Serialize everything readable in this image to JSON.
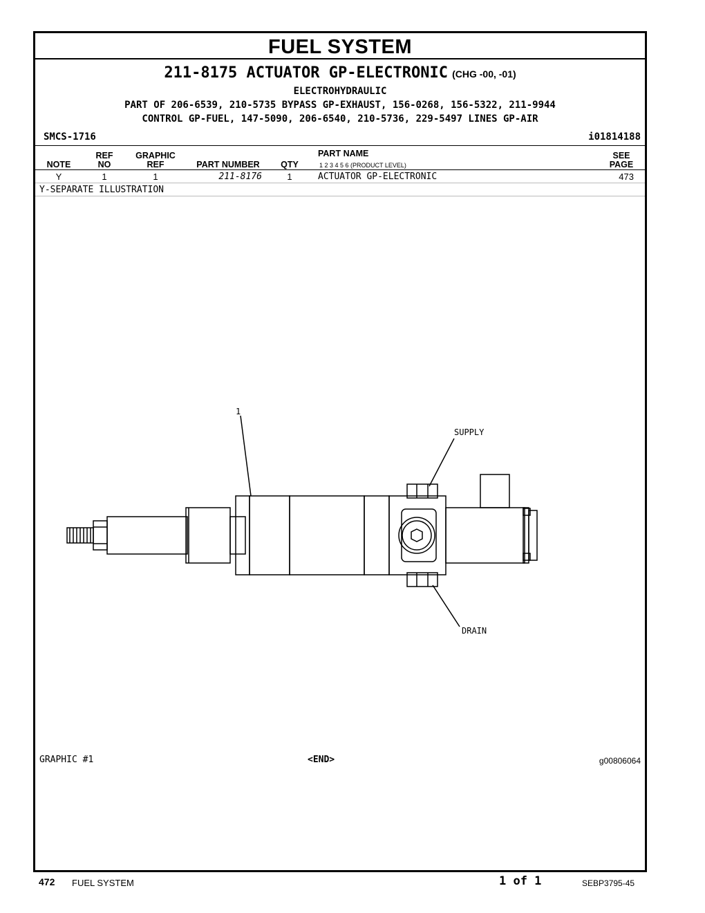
{
  "section_title": "FUEL SYSTEM",
  "heading": {
    "part_title": "211-8175 ACTUATOR GP-ELECTRONIC",
    "change": "(CHG -00, -01)",
    "subtitle": "ELECTROHYDRAULIC",
    "part_of_line1": "PART OF 206-6539, 210-5735 BYPASS GP-EXHAUST, 156-0268, 156-5322, 211-9944",
    "part_of_line2": "CONTROL GP-FUEL, 147-5090, 206-6540, 210-5736, 229-5497 LINES GP-AIR"
  },
  "smcs": "SMCS-1716",
  "document_id": "i01814188",
  "table": {
    "headers": {
      "note": "NOTE",
      "ref_no_1": "REF",
      "ref_no_2": "NO",
      "graphic_ref_1": "GRAPHIC",
      "graphic_ref_2": "REF",
      "part_number": "PART NUMBER",
      "qty": "QTY",
      "part_name": "PART NAME",
      "levels": "1  2  3  4  5  6  (PRODUCT LEVEL)",
      "see_page_1": "SEE",
      "see_page_2": "PAGE"
    },
    "rows": [
      {
        "note": "Y",
        "ref_no": "1",
        "graphic_ref": "1",
        "part_number": "211-8176",
        "qty": "1",
        "part_name": "ACTUATOR GP-ELECTRONIC",
        "see_page": "473"
      }
    ],
    "footnote": "Y-SEPARATE ILLUSTRATION"
  },
  "illustration": {
    "callout": "1",
    "supply_label": "SUPPLY",
    "drain_label": "DRAIN"
  },
  "graphic_label": "GRAPHIC #1",
  "end_marker": "<END>",
  "graphic_id": "g00806064",
  "footer": {
    "page_number": "472",
    "section": "FUEL SYSTEM",
    "page_of": "1 of 1",
    "publication": "SEBP3795-45"
  }
}
